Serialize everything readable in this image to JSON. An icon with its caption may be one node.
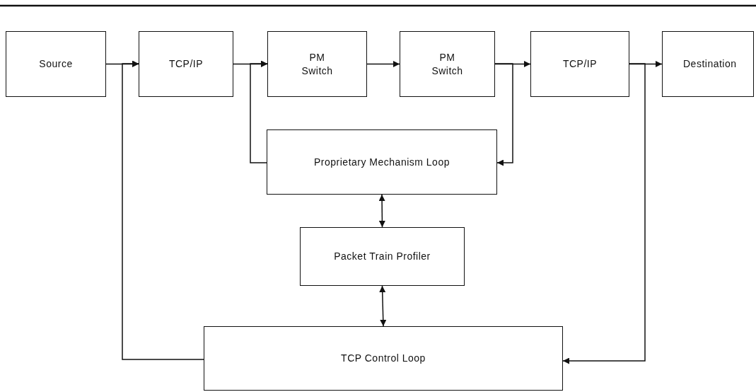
{
  "diagram": {
    "nodes": [
      {
        "text": [
          "Source"
        ]
      },
      {
        "text": [
          "TCP/IP"
        ]
      },
      {
        "text": [
          "PM Switch"
        ]
      },
      {
        "text": [
          "PM Switch"
        ]
      },
      {
        "text": [
          "TCP/IP"
        ]
      },
      {
        "text": [
          "Destination"
        ]
      },
      {
        "text": [
          "Proprietary Mechanism Loop"
        ]
      },
      {
        "text": [
          "Packet Train Profiler"
        ]
      },
      {
        "text": [
          "TCP Control Loop"
        ]
      }
    ],
    "edges": [
      {
        "from": 0,
        "to": 1,
        "arrow": "to"
      },
      {
        "from": 1,
        "to": 2,
        "arrow": "to"
      },
      {
        "from": 2,
        "to": 3,
        "arrow": "to"
      },
      {
        "from": 3,
        "to": 4,
        "arrow": "to"
      },
      {
        "from": 4,
        "to": 5,
        "arrow": "to"
      },
      {
        "from": 3,
        "to": 6,
        "arrow": "to"
      },
      {
        "from": 6,
        "to": 2,
        "arrow": "to"
      },
      {
        "from": 6,
        "to": 7,
        "arrow": "both"
      },
      {
        "from": 7,
        "to": 8,
        "arrow": "both"
      },
      {
        "from": 4,
        "to": 8,
        "arrow": "to"
      },
      {
        "from": 8,
        "to": 1,
        "arrow": "to"
      }
    ]
  }
}
